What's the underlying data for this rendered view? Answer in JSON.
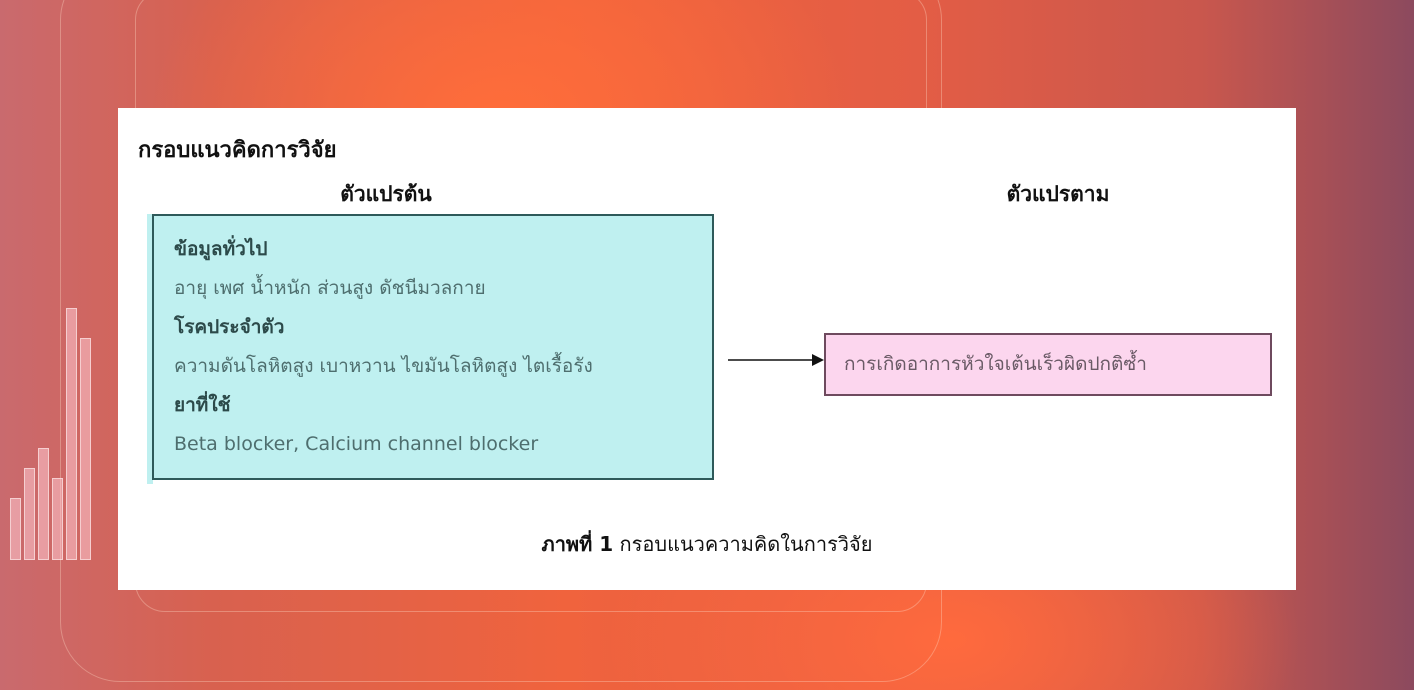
{
  "figure": {
    "title": "กรอบแนวคิดการวิจัย",
    "independent_heading": "ตัวแปรต้น",
    "dependent_heading": "ตัวแปรตาม",
    "independent_box": {
      "sections": [
        {
          "heading": "ข้อมูลทั่วไป",
          "text": "อายุ เพศ น้ำหนัก ส่วนสูง ดัชนีมวลกาย"
        },
        {
          "heading": "โรคประจำตัว",
          "text": "ความดันโลหิตสูง เบาหวาน ไขมันโลหิตสูง ไตเรื้อรัง"
        },
        {
          "heading": "ยาที่ใช้",
          "text": "Beta blocker, Calcium channel blocker"
        }
      ]
    },
    "dependent_box": {
      "text": "การเกิดอาการหัวใจเต้นเร็วผิดปกติซ้ำ"
    },
    "caption_label": "ภาพที่ 1",
    "caption_text": "กรอบแนวความคิดในการวิจัย"
  },
  "colors": {
    "independent_fill": "#bff0f0",
    "dependent_fill": "#fcd6ee",
    "background_accent": "#f0633d"
  }
}
